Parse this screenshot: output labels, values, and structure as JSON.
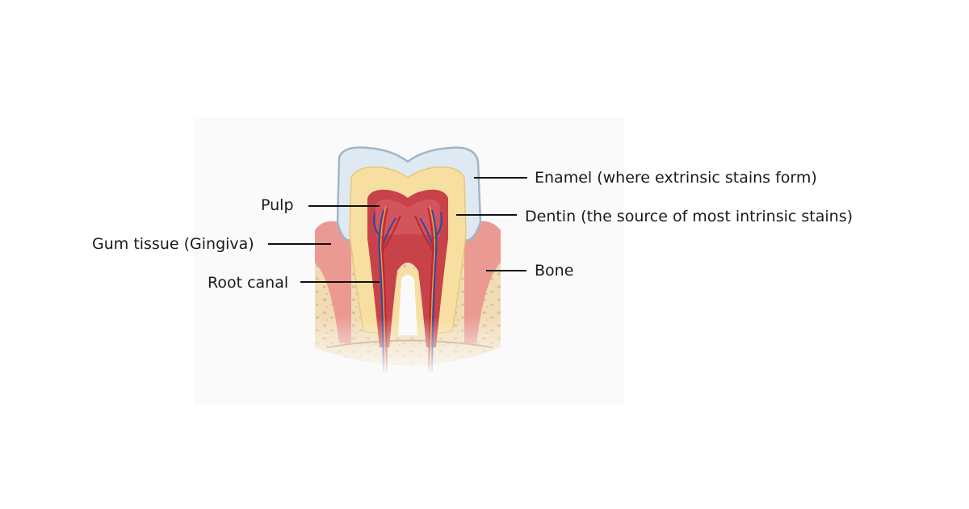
{
  "labels": {
    "enamel": "Enamel (where extrinsic stains form)",
    "pulp": "Pulp",
    "dentin": "Dentin (the source of most intrinsic stains)",
    "gum": "Gum tissue (Gingiva)",
    "bone": "Bone",
    "root_canal": "Root canal"
  },
  "colors": {
    "enamel": "#dfe9f1",
    "dentin": "#f6dfa0",
    "pulp": "#c8424a",
    "gum": "#ea9a92",
    "bone": "#f1dcb6",
    "nerve": "#e8a23a",
    "vessel_red": "#c0262e",
    "vessel_blue": "#2c4aa0"
  }
}
